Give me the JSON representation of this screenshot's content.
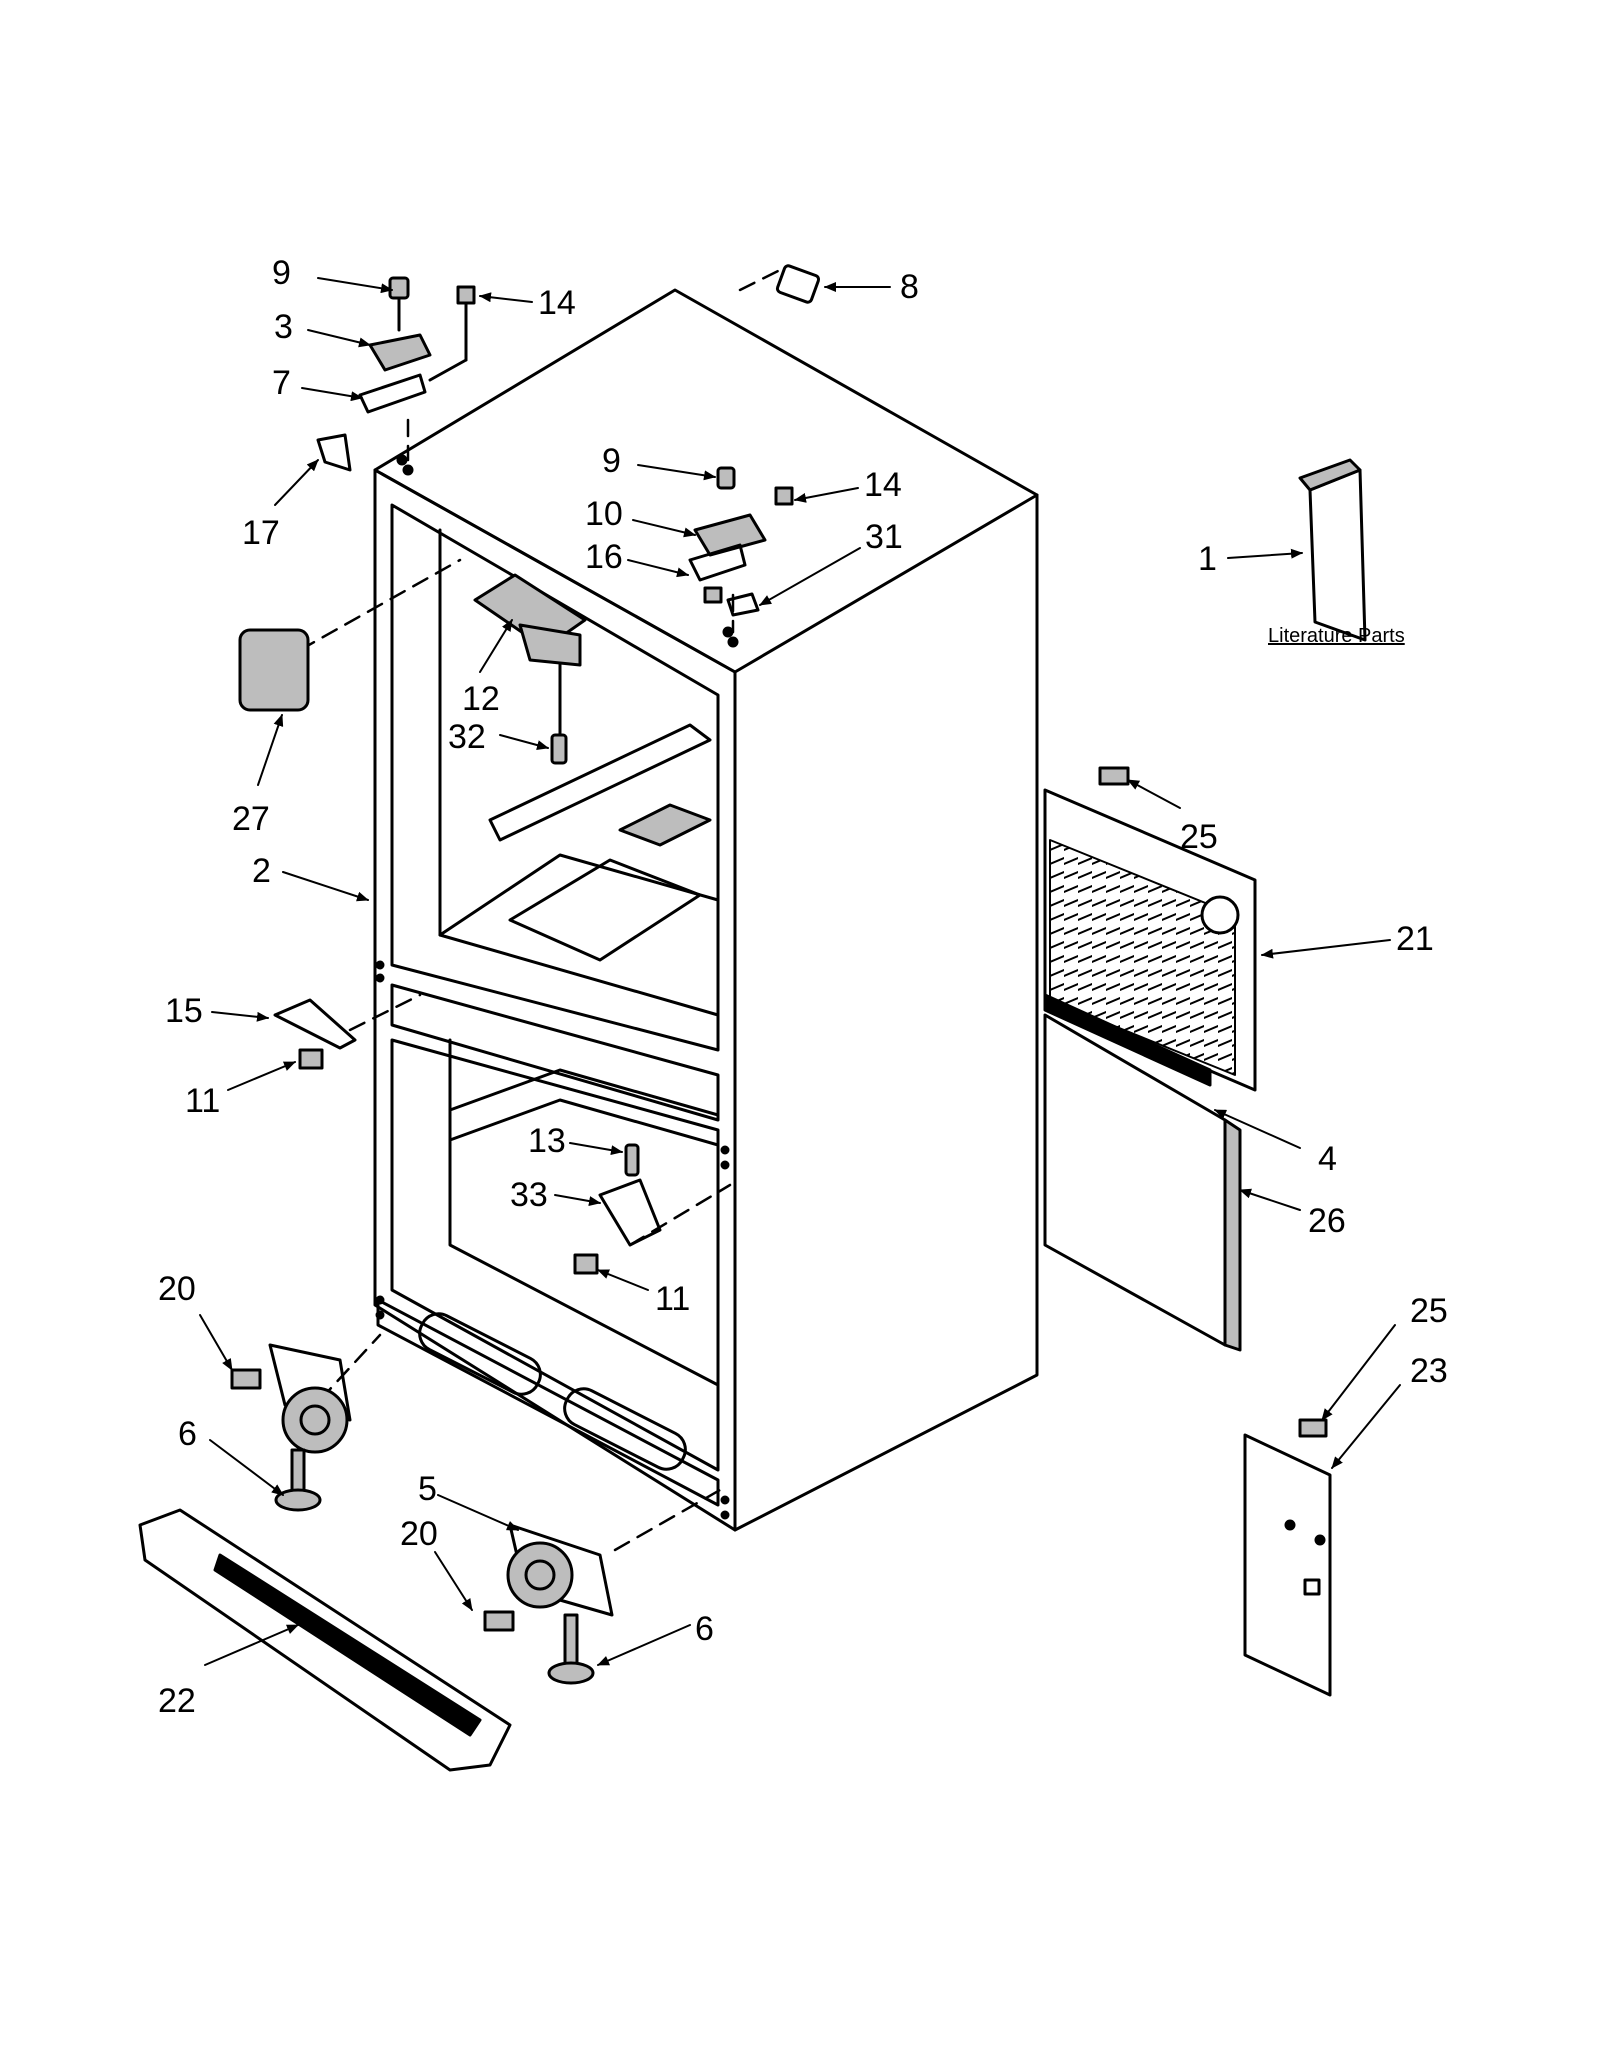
{
  "literature_parts_label": "Literature Parts",
  "callouts": [
    {
      "id": "c9a",
      "number": "9"
    },
    {
      "id": "c14a",
      "number": "14"
    },
    {
      "id": "c3",
      "number": "3"
    },
    {
      "id": "c7",
      "number": "7"
    },
    {
      "id": "c8",
      "number": "8"
    },
    {
      "id": "c17",
      "number": "17"
    },
    {
      "id": "c9b",
      "number": "9"
    },
    {
      "id": "c14b",
      "number": "14"
    },
    {
      "id": "c10",
      "number": "10"
    },
    {
      "id": "c16",
      "number": "16"
    },
    {
      "id": "c31",
      "number": "31"
    },
    {
      "id": "c1",
      "number": "1"
    },
    {
      "id": "c12",
      "number": "12"
    },
    {
      "id": "c32",
      "number": "32"
    },
    {
      "id": "c27",
      "number": "27"
    },
    {
      "id": "c2",
      "number": "2"
    },
    {
      "id": "c25a",
      "number": "25"
    },
    {
      "id": "c21",
      "number": "21"
    },
    {
      "id": "c15",
      "number": "15"
    },
    {
      "id": "c11a",
      "number": "11"
    },
    {
      "id": "c13",
      "number": "13"
    },
    {
      "id": "c4",
      "number": "4"
    },
    {
      "id": "c33",
      "number": "33"
    },
    {
      "id": "c26",
      "number": "26"
    },
    {
      "id": "c11b",
      "number": "11"
    },
    {
      "id": "c20a",
      "number": "20"
    },
    {
      "id": "c25b",
      "number": "25"
    },
    {
      "id": "c23",
      "number": "23"
    },
    {
      "id": "c6a",
      "number": "6"
    },
    {
      "id": "c5",
      "number": "5"
    },
    {
      "id": "c20b",
      "number": "20"
    },
    {
      "id": "c6b",
      "number": "6"
    },
    {
      "id": "c22",
      "number": "22"
    }
  ]
}
